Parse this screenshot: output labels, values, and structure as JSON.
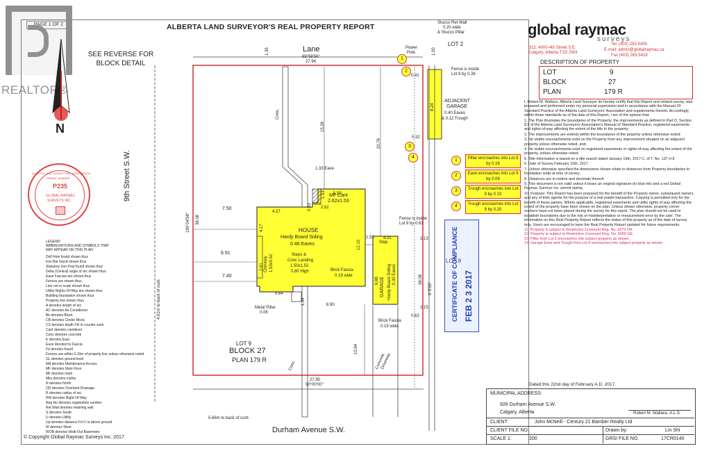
{
  "header": {
    "page": "PAGE 1 OF 2",
    "title": "ALBERTA LAND SURVEYOR'S REAL PROPERTY REPORT",
    "see_reverse": "SEE REVERSE FOR BLOCK DETAIL",
    "realtor": "REALTOR®",
    "north": "N"
  },
  "company": {
    "name": "global raymac",
    "sub": "surveys",
    "address1": "312, 4000-4th Street S.E.",
    "address2": "Calgary, Alberta T2G 2W3",
    "tel": "Tel: (403) 283-5455",
    "email": "E-mail: admin@globalraymac.ca",
    "fax": "Fax (403) 283-5418"
  },
  "property": {
    "heading": "DESCRIPTION OF PROPERTY",
    "lot_label": "LOT",
    "lot": "9",
    "block_label": "BLOCK",
    "block": "27",
    "plan_label": "PLAN",
    "plan": "179 R"
  },
  "certification": [
    "I, Robert M. Wallace, Alberta Land Surveyor do hereby certify that this Report and related survey, was prepared and performed under my personal supervision and in accordance with the Manual Of Standard Practice of the Alberta Land Surveyors' Association and supplements thereto. Accordingly, within those standards as of the date of this Report, I am of the opinion that:",
    "1. The Plan illustrates the boundaries of the Property, the improvements as defined in Part D, Section 8.5 of the Alberta Land Surveyors' Association's Manual of Standard Practice, registered easements and rights-of-way affecting the extent of the title to the property;",
    "2. The improvements are entirely within the boundaries of the property unless otherwise noted;",
    "3. No visible encroachments exist on the Property from any improvement situated on an adjacent property unless otherwise noted, and;",
    "4. No visible encroachments exist on registered easements or rights-of-way affecting the extent of the property, unless otherwise noted.",
    "5. Title information is based on a title search dated January 19th, 2017 C. of T. No. 137 H 8",
    "6. Date of Survey February 15th, 2017",
    "7. Unless otherwise specified the dimensions shown relate to distances from Property boundaries to foundation walls at time of survey.",
    "8. Distances are in metres and decimals thereof.",
    "9. This document is not valid unless it bears an original signature (in blue ink) and a red Global Raymac Surveys Inc. permit stamp.",
    "10. Purpose: This Report has been prepared for the benefit of the Property owner, subsequent owners and any of their agents for the purpose of a real estate transaction. Copying is permitted only for the benefit of these parties. Where applicable, registered easements and utility rights of way affecting the extent of the property have been shown on the plan. Unless shown otherwise, property corner markers have not been placed during the survey for this report. The plan should not be used to establish boundaries due to the risk of misinterpretation or measurement error by the user. The information on this Real Property Report reflects the status of this property as of the date of survey only. Users are encouraged to have the Real Property Report updated for future requirements."
  ],
  "notes_red": [
    "11. Property is subject to Restrictive Covenant Reg. No. 3373 DR.",
    "12. Property is subject to Restrictive Covenant Reg. No. 5059 GE.",
    "13. Pillar from Lot 2 encroaches into subject property as shown.",
    "14. Garage Eave and Trough from Lot 8 encroaches into subject property as shown."
  ],
  "encroachments": [
    {
      "num": "1",
      "text": "Pillar encroaches into Lot 9 by 0.16"
    },
    {
      "num": "2",
      "text": "Eave encroaches into Lot 9 by 0.08"
    },
    {
      "num": "3",
      "text": "Trough encroaches into Lot 9 by 0.10"
    },
    {
      "num": "4",
      "text": "Trough encroaches into Lot 9 by 0.20"
    }
  ],
  "dated": "Dated this 22nd day of February A.D. 2017.",
  "municipal": {
    "label": "MUNICIPAL ADDRESS:",
    "line1": "926 Durham Avenue S.W.",
    "line2": "Calgary, Alberta",
    "signer": "Robert M. Wallace, A.L.S."
  },
  "client": {
    "label": "CLIENT:",
    "value": "John McNeill - Century 21 Bamber Realty Ltd"
  },
  "client_file": {
    "label": "CLIENT FILE NO.",
    "drawn_label": "Drawn by:",
    "drawn": "Lin Shi"
  },
  "scale": {
    "label": "SCALE 1:",
    "value": "200",
    "grsi_label": "GRSI FILE NO.",
    "grsi": "17CR0140"
  },
  "copyright": "© Copyright Global Raymac Surveys Inc. 2017.",
  "stamp": {
    "title": "CERTIFICATE OF COMPLIANCE",
    "date": "FEB 2 3 2017",
    "ring": "ALBERTA LAND SURVEYORS' ASSOCIATION",
    "permit_label": "PERMIT NUMBER",
    "permit": "P235",
    "holder1": "GLOBAL RAYMAC",
    "holder2": "SURVEYS INC."
  },
  "legend": {
    "heading1": "LEGEND",
    "heading2": "ABBREVIATIONS AND SYMBOLS THAT MAY APPEAR ON THIS PLAN",
    "items": [
      "Drill Hole found shown thus",
      "Iron Bar found shown thus",
      "Statutory Iron Post found shown thus",
      "Delta (Central) angle of arc shown thus",
      "Eave Fascias are shown thus",
      "Fences are shown thus",
      "Line not to scale shown thus",
      "Utility Rights-Of-Way are shown thus",
      "Building foundation shown thus",
      "Property line shown thus",
      "A denotes length of arc",
      "AC denotes Air Conditioner",
      "Bk denotes Block",
      "CB denotes Cinder Block",
      "CS denotes depth Ft/l in counter sunk",
      "Cant denotes cantilever",
      "Conc denotes concrete",
      "E denotes East",
      "Eave denoted to Fascia",
      "Fd denotes found",
      "Fences are within 0.10m of property line unless otherwise noted",
      "GL denotes ground level",
      "MA denotes Maintenance Access",
      "MF denotes Main Floor",
      "Mk denotes mark",
      "Mks denotes marks",
      "N denotes North",
      "OD denotes Overland Drainage",
      "R denotes radius of arc",
      "RW denotes Right-Of-Way",
      "Reg No denotes registration number",
      "Ret Wall denotes retaining wall",
      "S denotes South",
      "U denotes Utility",
      "Up denotes distance Fd f.t is above ground",
      "W denotes West",
      "WOB denotes Walk-Out Basement"
    ]
  },
  "plan": {
    "lane": "Lane",
    "lot2": "LOT 2",
    "lot8": "LOT 8",
    "street": "9th Street S.W.",
    "avenue": "Durham Avenue S.W.",
    "curb_west": "4.91m to back of curb",
    "curb_south": "5.66m to back of curb",
    "lot9_lot": "LOT 9",
    "lot9_block": "BLOCK 27",
    "lot9_plan": "PLAN 179 R",
    "house": "HOUSE",
    "house_siding": "Hardy Board Siding",
    "house_eaves": "0.46 Eaves",
    "steps": "Steps &",
    "landing": "Conc Landing",
    "landing_dim": "1.50x1.52",
    "landing_high": "0.80 High",
    "mf_cant": "MF Cant",
    "mf_cant_dim": "2.62x1.53",
    "chimney": "Chimney",
    "chimney_dim": "1.53x0.52",
    "brick_fascia": "Brick Fascia",
    "brick_fascia_w": "0.19 wide",
    "garage": "GARAGE",
    "garage_siding": "Hardy Board Siding",
    "garage_eaves": "0.30 Eaves",
    "garage_step": "Step",
    "garage_brick": "Brick Fascia",
    "garage_brick_w": "0.19 wide",
    "adj_garage1": "ADJACENT",
    "adj_garage2": "GARAGE",
    "adj_eaves": "0.40 Eaves",
    "adj_trough": "& 0.12 Trough",
    "stucco1": "Stucco Ret Wall",
    "stucco2": "0.20 wide",
    "stucco3": "& Stucco Pillar",
    "power": "Power",
    "pole": "Pole",
    "fence_n1": "Fence is inside",
    "fence_n2": "Lot 9 by 0.38",
    "fence_e1": "Fence is inside",
    "fence_e2": "Lot 9 by 0.63",
    "metal_pillar": "Metal Pillar",
    "metal_pillar_v": "0.06",
    "driveway1": "Concrete",
    "driveway2": "Driveway",
    "conc": "Conc.",
    "eave133": "1.33 Eave",
    "d_north": "89°58'56\"",
    "d_north_len": "27.94",
    "d_south": "27.95",
    "d_south_b": "90°00'00\"",
    "d_west": "180°04'58\"",
    "d_west_len": "38.08",
    "d_east": "0°3'55\"",
    "d_east_len": "38.08",
    "d1_35": "1.35",
    "d1_00": "1.00",
    "d15_26": "15.26",
    "d20_76": "20.76",
    "d0_41": "0.41",
    "d0_32": "0.32",
    "d8_24": "8.24",
    "d5_59": "5.59",
    "d4_27": "4.27",
    "d2_62": "2.62",
    "d0_93": "0.93",
    "d1_53": "1.53",
    "d7_50": "7.50",
    "d6_91": "6.91",
    "d7_40": "7.40",
    "d4_17": "4.17",
    "d2_61": "2.61",
    "d5_64": "5.64",
    "d1_34": "1.34",
    "d6_90": "6.90",
    "d1_52": "1.52",
    "d12_10": "12.10",
    "d4_31": "4.31",
    "d6_88": "6.88",
    "d2_13": "2.13",
    "d2_15": "2.15",
    "d0_63": "0.63",
    "d10_64": "10.64"
  }
}
